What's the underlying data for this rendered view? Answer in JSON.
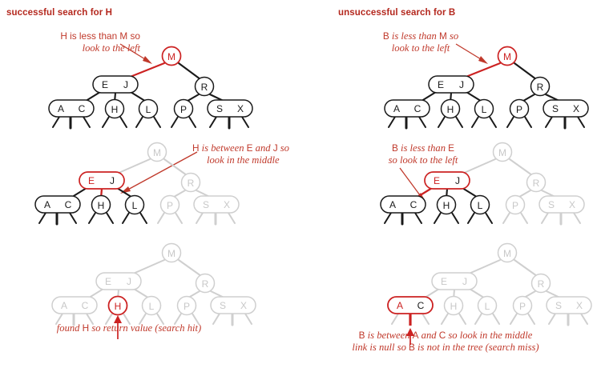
{
  "colors": {
    "title_red": "#b4281e",
    "note_red": "#c0392b",
    "highlight_red": "#cc2222",
    "node_black": "#1a1a1a",
    "faded_gray": "#c8c8c8",
    "background": "#ffffff"
  },
  "panels": [
    {
      "id": "successful",
      "title": "successful search for H",
      "search_key": "H",
      "stages": [
        {
          "id": "stage-1",
          "note_lines": [
            "H is less than M so",
            "look to the left"
          ],
          "note_keys": [
            "H",
            "M"
          ],
          "highlight_node": "M",
          "highlight_edge": "M-EJ"
        },
        {
          "id": "stage-2",
          "note_lines": [
            "H is between E and J so",
            "look in the middle"
          ],
          "note_keys": [
            "E",
            "J"
          ],
          "highlight_node": "EJ",
          "highlight_edge": "EJ-H"
        },
        {
          "id": "stage-3",
          "note_lines": [
            "found H so return value (search hit)"
          ],
          "note_keys": [
            "H"
          ],
          "highlight_node": "H",
          "highlight_edge": "arrow-to-H"
        }
      ]
    },
    {
      "id": "unsuccessful",
      "title": "unsuccessful search for B",
      "search_key": "B",
      "stages": [
        {
          "id": "stage-1",
          "note_lines": [
            "B is less than M so",
            "look to the left"
          ],
          "note_keys": [
            "B",
            "M"
          ],
          "highlight_node": "M",
          "highlight_edge": "M-EJ"
        },
        {
          "id": "stage-2",
          "note_lines": [
            "B is less than E",
            "so look to the left"
          ],
          "note_keys": [
            "B",
            "E"
          ],
          "highlight_node": "EJ",
          "highlight_edge": "EJ-AC"
        },
        {
          "id": "stage-3",
          "note_lines": [
            "B is between A and C so look in the middle",
            "link is null so B is not in the tree (search miss)"
          ],
          "note_keys": [
            "B",
            "A",
            "C"
          ],
          "highlight_node": "AC",
          "highlight_edge": "arrow-to-AC-middle"
        }
      ]
    }
  ],
  "tree": {
    "type": "2-3 search tree",
    "nodes": [
      {
        "id": "M",
        "keys": [
          "M"
        ],
        "kind": "2-node",
        "level": 0
      },
      {
        "id": "EJ",
        "keys": [
          "E",
          "J"
        ],
        "kind": "3-node",
        "level": 1
      },
      {
        "id": "R",
        "keys": [
          "R"
        ],
        "kind": "2-node",
        "level": 1
      },
      {
        "id": "AC",
        "keys": [
          "A",
          "C"
        ],
        "kind": "3-node",
        "level": 2
      },
      {
        "id": "H",
        "keys": [
          "H"
        ],
        "kind": "2-node",
        "level": 2
      },
      {
        "id": "L",
        "keys": [
          "L"
        ],
        "kind": "2-node",
        "level": 2
      },
      {
        "id": "P",
        "keys": [
          "P"
        ],
        "kind": "2-node",
        "level": 2
      },
      {
        "id": "SX",
        "keys": [
          "S",
          "X"
        ],
        "kind": "3-node",
        "level": 2
      }
    ],
    "edges": [
      {
        "from": "M",
        "to": "EJ"
      },
      {
        "from": "M",
        "to": "R"
      },
      {
        "from": "EJ",
        "to": "AC"
      },
      {
        "from": "EJ",
        "to": "H"
      },
      {
        "from": "EJ",
        "to": "L"
      },
      {
        "from": "R",
        "to": "P"
      },
      {
        "from": "R",
        "to": "SX"
      }
    ]
  },
  "notes": {
    "l1": {
      "line1": "H is less than M so",
      "line2": "look to the left"
    },
    "l2": {
      "line1": "H is between E and J so",
      "line2": "look in the middle"
    },
    "l3": {
      "line1": "found H so return value (search hit)"
    },
    "r1": {
      "line1": "B is less than M so",
      "line2": "look to the left"
    },
    "r2": {
      "line1": "B is less than E",
      "line2": "so look to the left"
    },
    "r3": {
      "line1": "B is between A and C so look in the middle",
      "line2": "link is null so B is not in the tree (search miss)"
    }
  },
  "keys": {
    "A": "A",
    "B": "B",
    "C": "C",
    "E": "E",
    "H": "H",
    "J": "J",
    "L": "L",
    "M": "M",
    "P": "P",
    "R": "R",
    "S": "S",
    "X": "X"
  }
}
